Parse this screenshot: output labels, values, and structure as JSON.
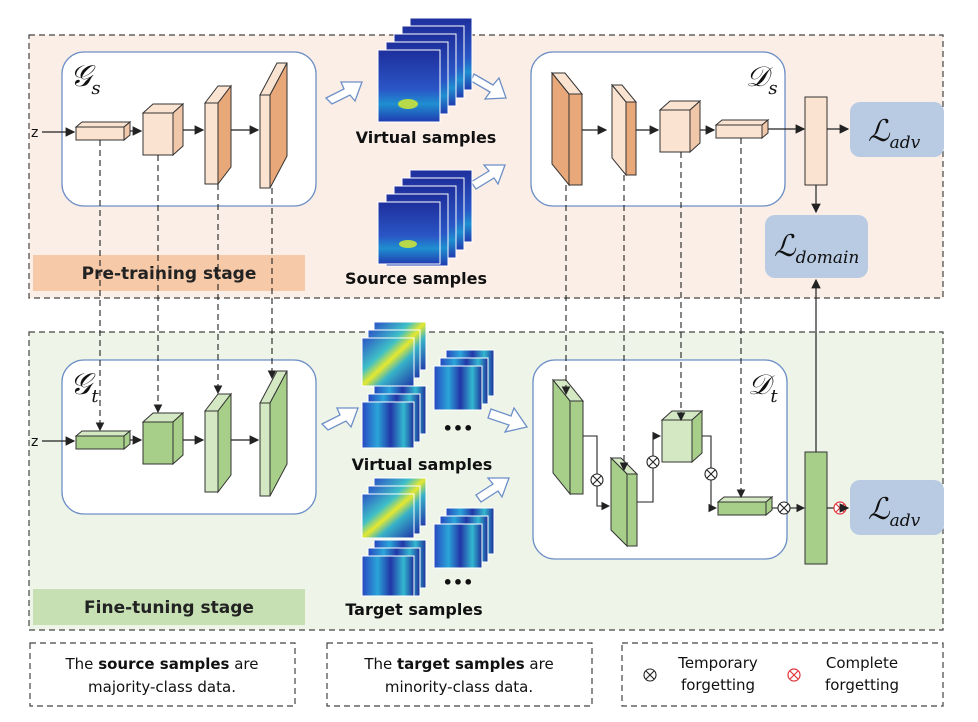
{
  "generator_source": {
    "symbol": "𝒢",
    "subscript": "s"
  },
  "generator_target": {
    "symbol": "𝒢",
    "subscript": "t"
  },
  "discriminator_source": {
    "symbol": "𝒟",
    "subscript": "s"
  },
  "discriminator_target": {
    "symbol": "𝒟",
    "subscript": "t"
  },
  "noise_input_label": "z",
  "samples": {
    "virtual_top": "Virtual samples",
    "source": "Source samples",
    "virtual_bottom": "Virtual samples",
    "target": "Target samples",
    "ellipsis": "•••"
  },
  "stages": {
    "pretraining": "Pre-training stage",
    "finetuning": "Fine-tuning stage"
  },
  "losses": {
    "adv_top": {
      "symbol": "ℒ",
      "subscript": "adv"
    },
    "domain": {
      "symbol": "ℒ",
      "subscript": "domain"
    },
    "adv_bottom": {
      "symbol": "ℒ",
      "subscript": "adv"
    }
  },
  "notes": {
    "source_pre": "The ",
    "source_bold": "source samples",
    "source_post": " are",
    "source_line2": "majority-class data.",
    "target_pre": "The ",
    "target_bold": "target samples",
    "target_post": " are",
    "target_line2": "minority-class data."
  },
  "legend": {
    "temporary_line1": "Temporary",
    "temporary_line2": "forgetting",
    "complete_line1": "Complete",
    "complete_line2": "forgetting"
  },
  "colors": {
    "pretrain_bg": "#fbeee6",
    "finetune_bg": "#eef4e8",
    "orange_light": "#fbe3d2",
    "orange_dark": "#e9a87a",
    "green_light": "#d3e8c3",
    "green_dark": "#a7cf8a",
    "loss_box": "#b8cbe3",
    "complete_forgetting": "#e0343a",
    "heatmap_blue": "#2b3fb5"
  }
}
